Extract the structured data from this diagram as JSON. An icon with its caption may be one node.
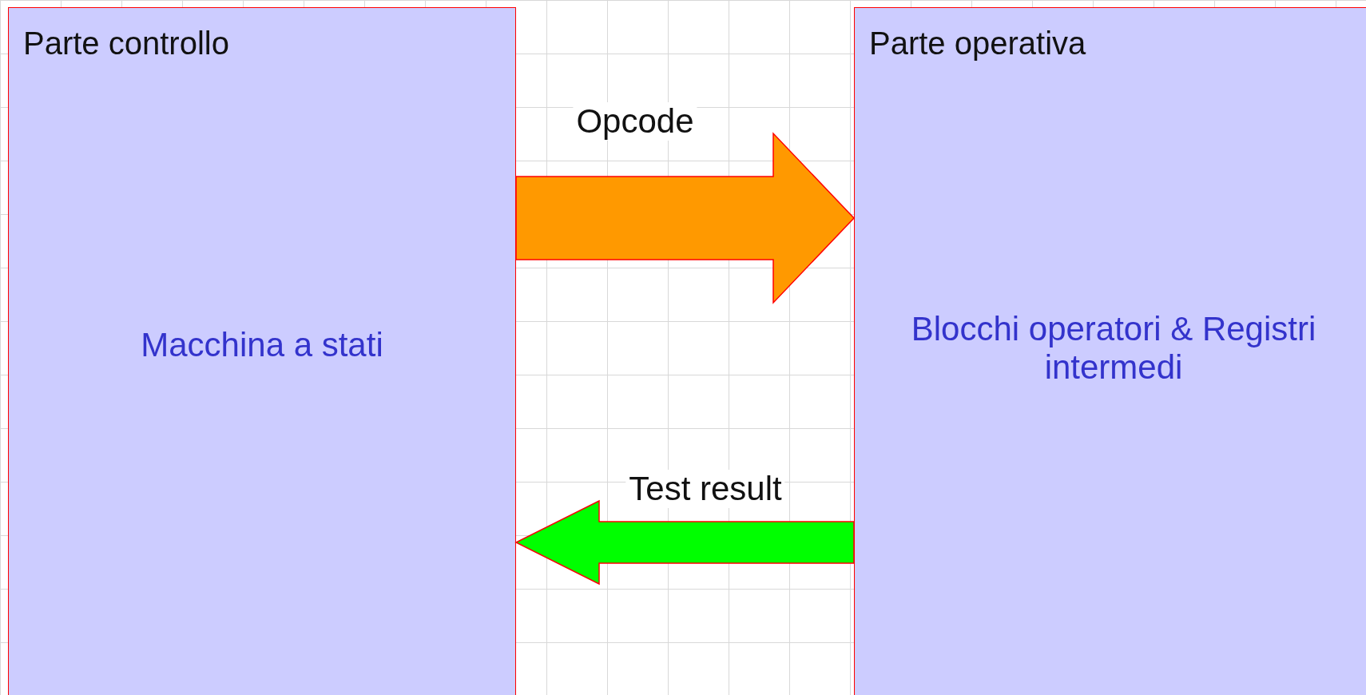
{
  "diagram": {
    "nodes": [
      {
        "text": [
          "Parte controllo",
          "Macchina a stati"
        ]
      },
      {
        "text": [
          "Parte operativa",
          "Blocchi operatori & Registri intermedi"
        ]
      }
    ],
    "edges": [
      {
        "from": 0,
        "to": 1,
        "arrow": "to",
        "label": "Opcode",
        "style": "thick",
        "color": "#ff9900"
      },
      {
        "from": 1,
        "to": 0,
        "arrow": "to",
        "label": "Test result",
        "style": "thick",
        "color": "#00ff00"
      }
    ]
  }
}
